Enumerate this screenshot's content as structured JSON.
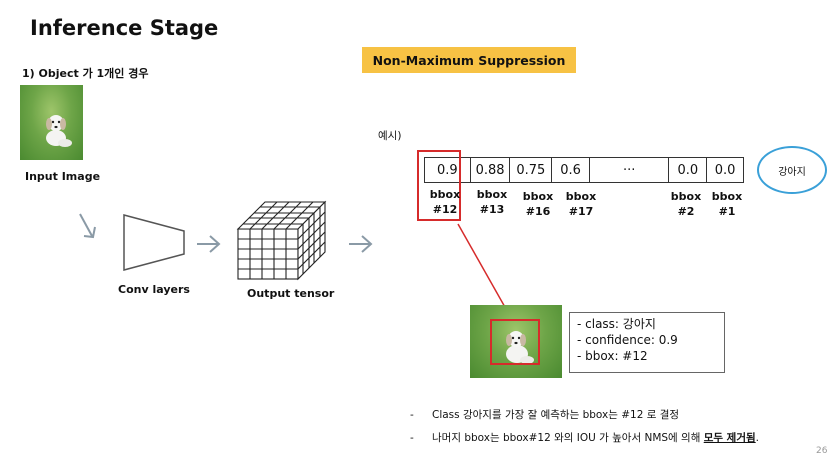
{
  "title": "Inference Stage",
  "subtitle": "1) Object 가 1개인 경우",
  "badge": "Non-Maximum Suppression",
  "pipeline": {
    "input_label": "Input Image",
    "conv_label": "Conv layers",
    "output_label": "Output tensor"
  },
  "example_label": "예시)",
  "scores": [
    {
      "value": "0.9",
      "bbox": "bbox",
      "id": "#12"
    },
    {
      "value": "0.88",
      "bbox": "bbox",
      "id": "#13"
    },
    {
      "value": "0.75",
      "bbox": "bbox",
      "id": "#16"
    },
    {
      "value": "0.6",
      "bbox": "bbox",
      "id": "#17"
    },
    {
      "value": "···",
      "bbox": "",
      "id": ""
    },
    {
      "value": "0.0",
      "bbox": "bbox",
      "id": "#2"
    },
    {
      "value": "0.0",
      "bbox": "bbox",
      "id": "#1"
    }
  ],
  "class_circle": "강아지",
  "info": {
    "line1": "- class: 강아지",
    "line2": "- confidence: 0.9",
    "line3": "- bbox: #12"
  },
  "bullets": {
    "dash": "-",
    "b1": "Class 강아지를 가장 잘 예측하는 bbox는 #12 로 결정",
    "b2_pre": "나머지 bbox는 bbox#12 와의 IOU 가 높아서 NMS에 의해 ",
    "b2_emph": "모두 제거됨",
    "b2_post": "."
  },
  "page_number": "26",
  "colors": {
    "badge": "#f7c244",
    "highlight": "#d62b2b",
    "circle": "#3aa0d8"
  }
}
